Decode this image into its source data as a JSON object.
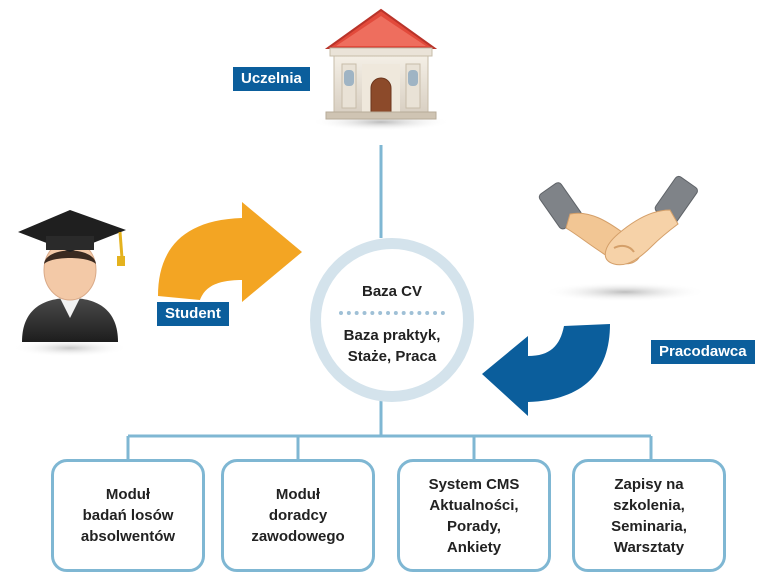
{
  "nodes": {
    "university": {
      "label": "Uczelnia"
    },
    "student": {
      "label": "Student"
    },
    "employer": {
      "label": "Pracodawca"
    }
  },
  "center": {
    "title": "Baza CV",
    "subtitle_line1": "Baza praktyk,",
    "subtitle_line2": "Staże, Praca"
  },
  "modules": [
    {
      "label": "Moduł\nbadań losów\nabsolwentów"
    },
    {
      "label": "Moduł\ndoradcy\nzawodowego"
    },
    {
      "label": "System CMS\nAktualności,\nPorady,\nAnkiety"
    },
    {
      "label": "Zapisy na\nszkolenia,\nSeminaria,\nWarsztaty"
    }
  ],
  "colors": {
    "label_bg": "#0b5e9c",
    "connector": "#7fb7d3",
    "circle_ring": "#d4e3ec",
    "student_arrow": "#f3a523",
    "employer_arrow": "#0b5e9c"
  },
  "icons": [
    "university-building-icon",
    "graduate-student-icon",
    "handshake-icon",
    "curved-arrow-icon"
  ]
}
